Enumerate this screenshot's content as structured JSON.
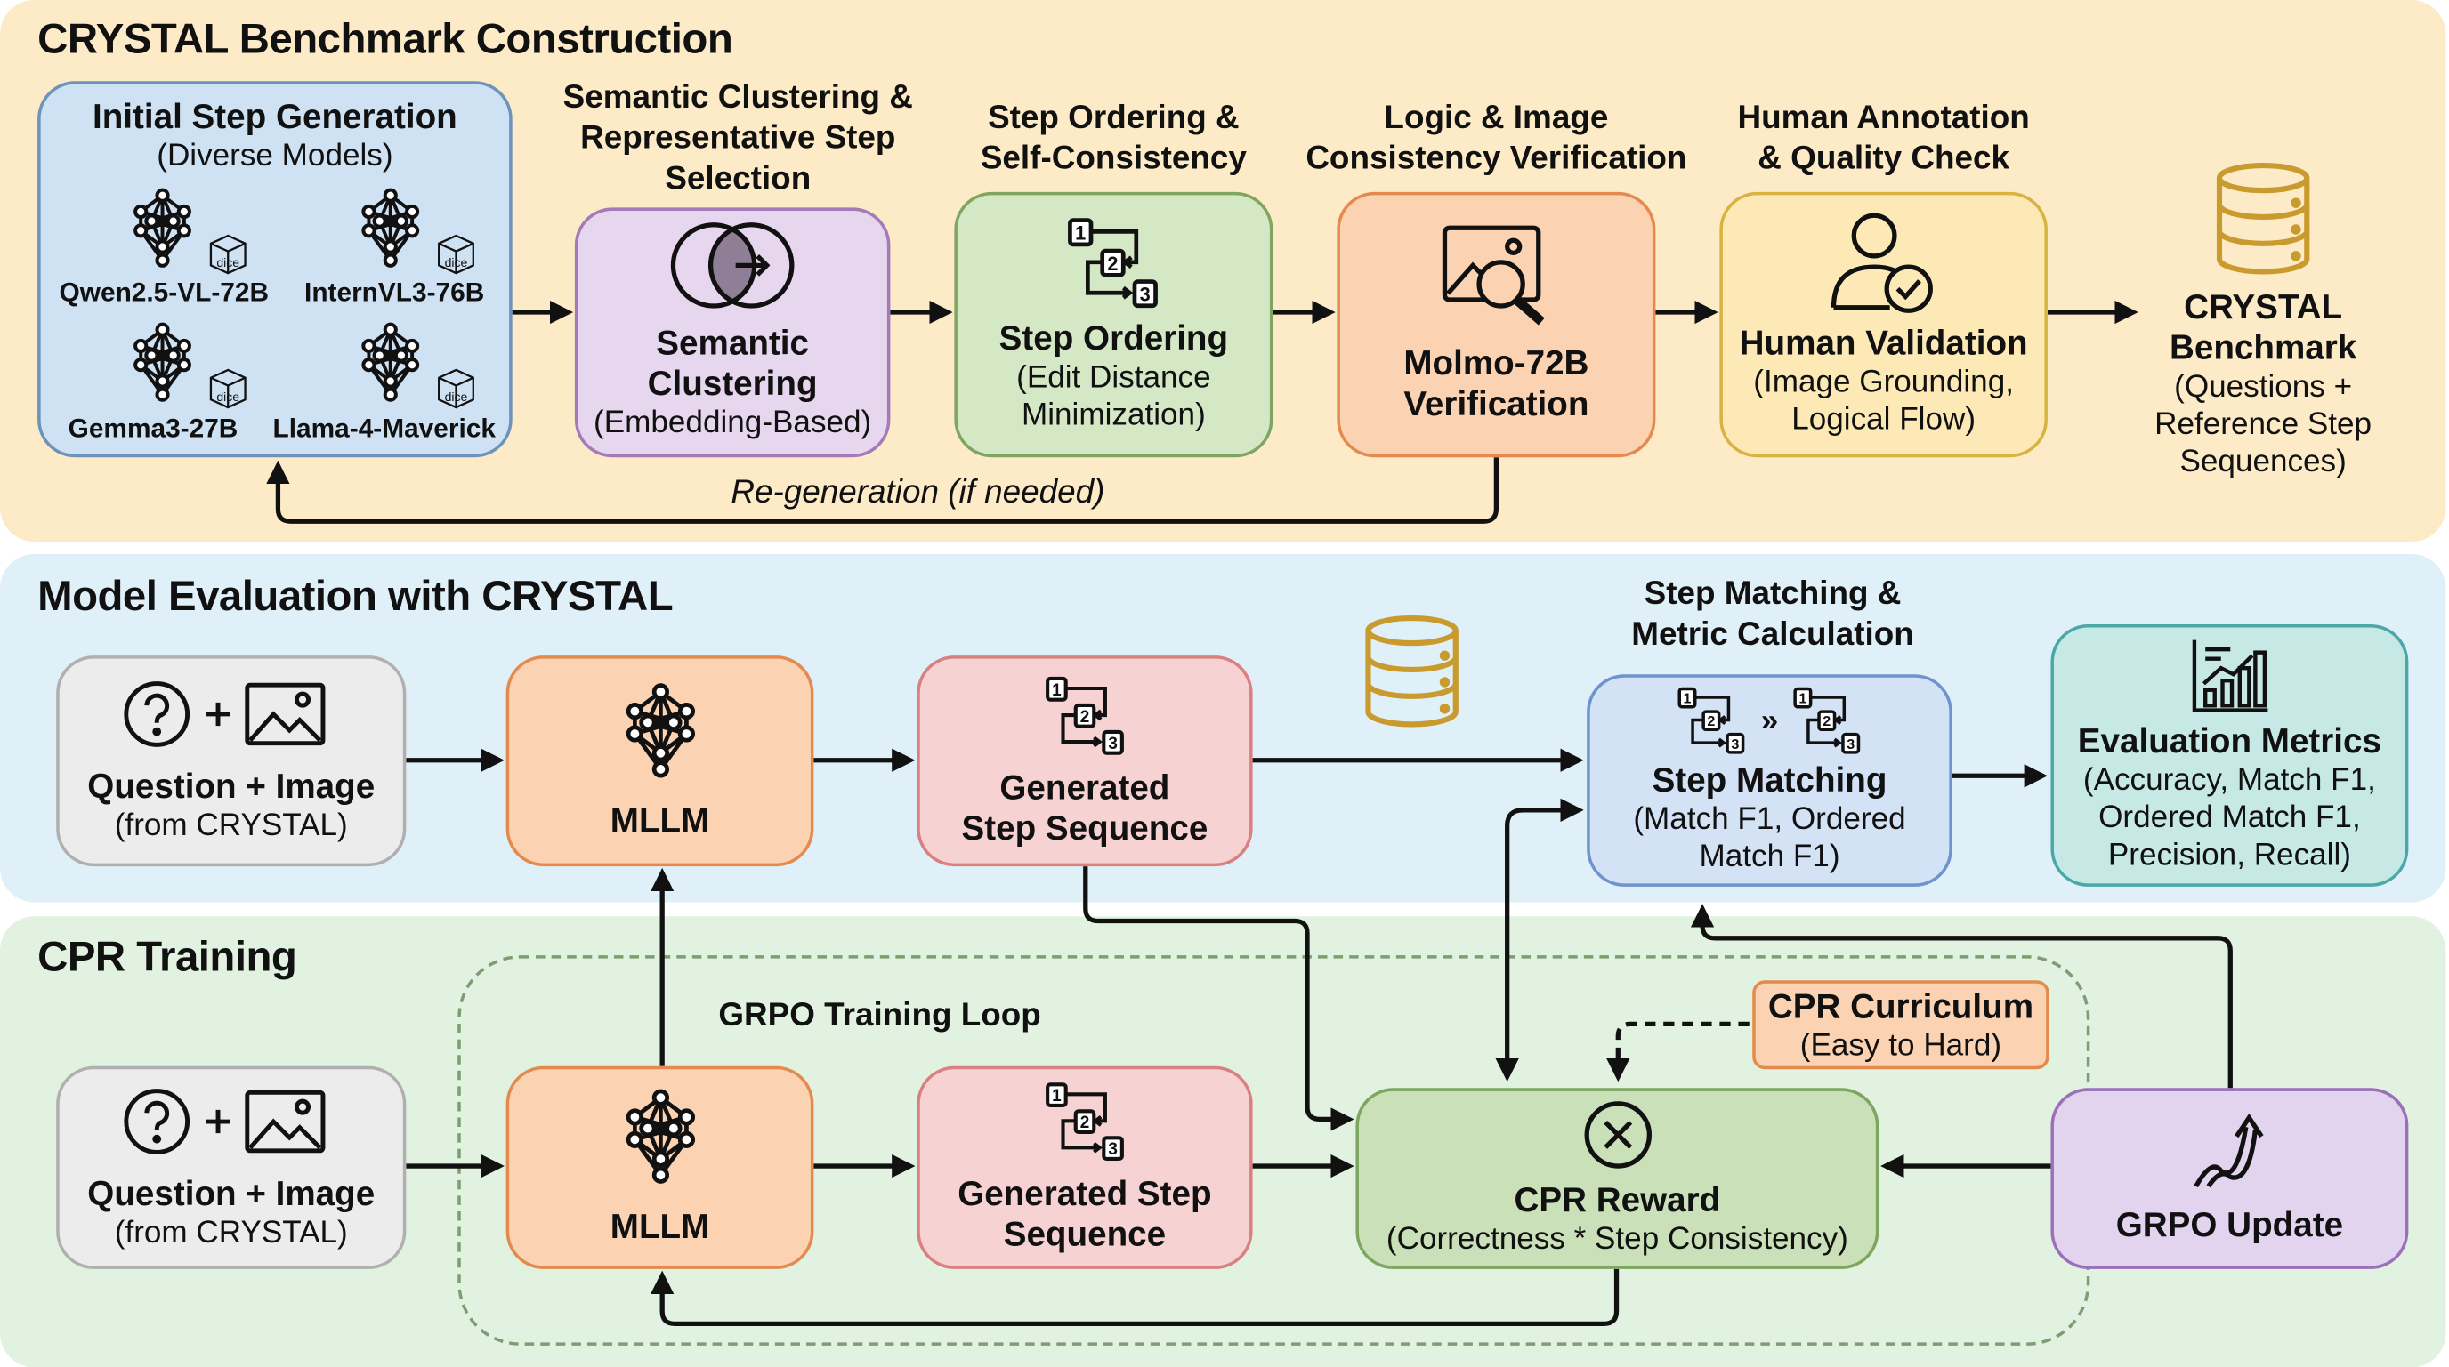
{
  "colors": {
    "construction_bg": "#fcebc6",
    "evaluation_bg": "#dff0f8",
    "training_bg": "#e1f3e0",
    "blue": "#cfe2f3",
    "purple": "#e6d6ee",
    "green": "#d5e8c6",
    "orange": "#fbd3b3",
    "yellow": "#fce9b5",
    "pink": "#f7d2d2",
    "gray": "#ececec",
    "teal": "#c6e9e5"
  },
  "construction": {
    "title": "CRYSTAL Benchmark Construction",
    "initial": {
      "title": "Initial Step Generation",
      "subtitle": "(Diverse Models)",
      "dice_label": "dice",
      "models": [
        "Qwen2.5-VL-72B",
        "InternVL3-76B",
        "Gemma3-27B",
        "Llama-4-Maverick"
      ]
    },
    "clustering": {
      "header": [
        "Semantic Clustering &",
        "Representative Step",
        "Selection"
      ],
      "title": [
        "Semantic",
        "Clustering"
      ],
      "subtitle": "(Embedding-Based)"
    },
    "ordering": {
      "header": [
        "Step Ordering &",
        "Self-Consistency"
      ],
      "title": "Step Ordering",
      "subtitle": [
        "(Edit Distance",
        "Minimization)"
      ]
    },
    "verification": {
      "header": [
        "Logic & Image",
        "Consistency Verification"
      ],
      "title": [
        "Molmo-72B",
        "Verification"
      ]
    },
    "human": {
      "header": [
        "Human Annotation",
        "& Quality Check"
      ],
      "title": "Human Validation",
      "subtitle": [
        "(Image Grounding,",
        "Logical Flow)"
      ]
    },
    "benchmark": {
      "title": [
        "CRYSTAL",
        "Benchmark"
      ],
      "subtitle": [
        "(Questions +",
        "Reference Step",
        "Sequences)"
      ]
    },
    "regeneration": "Re-generation (if needed)"
  },
  "evaluation": {
    "title": "Model Evaluation with CRYSTAL",
    "input": {
      "title": "Question + Image",
      "subtitle": "(from CRYSTAL)"
    },
    "mllm": "MLLM",
    "generated": {
      "title": [
        "Generated",
        "Step Sequence"
      ]
    },
    "matching": {
      "header": [
        "Step Matching &",
        "Metric Calculation"
      ],
      "title": "Step Matching",
      "subtitle": [
        "(Match F1, Ordered",
        "Match F1)"
      ]
    },
    "metrics": {
      "title": "Evaluation Metrics",
      "subtitle": [
        "(Accuracy, Match F1,",
        "Ordered Match F1,",
        "Precision, Recall)"
      ]
    }
  },
  "training": {
    "title": "CPR Training",
    "loop_label": "GRPO Training Loop",
    "input": {
      "title": "Question + Image",
      "subtitle": "(from CRYSTAL)"
    },
    "mllm": "MLLM",
    "generated": {
      "title": [
        "Generated Step",
        "Sequence"
      ]
    },
    "reward": {
      "title": "CPR Reward",
      "subtitle": "(Correctness * Step Consistency)"
    },
    "curriculum": {
      "title": "CPR Curriculum",
      "subtitle": "(Easy to Hard)"
    },
    "update": "GRPO Update"
  }
}
